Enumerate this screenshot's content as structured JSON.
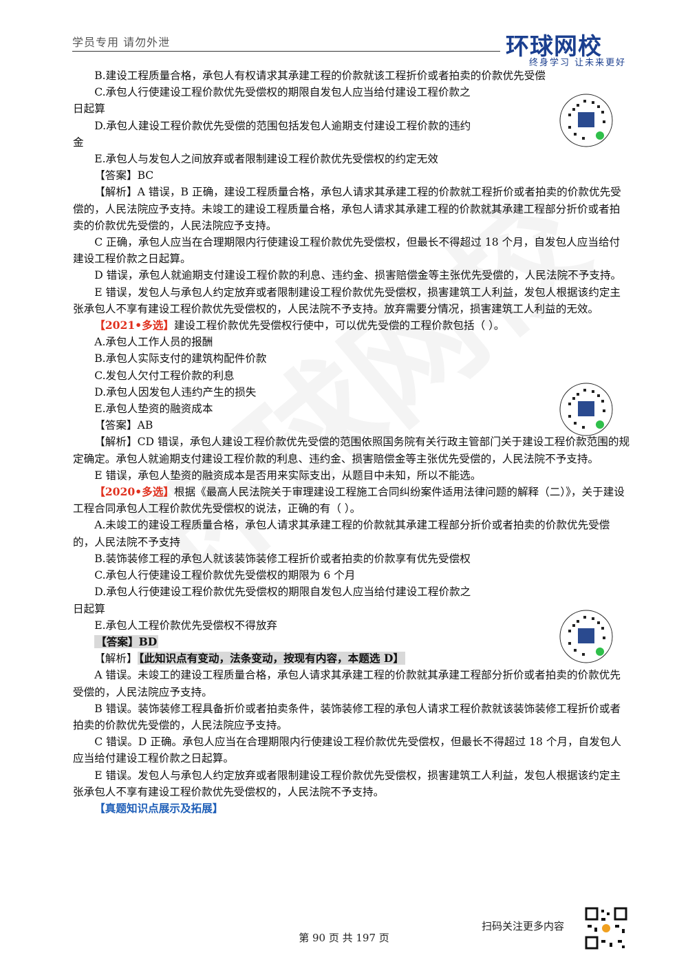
{
  "header": {
    "notice": "学员专用 请勿外泄",
    "brand": "环球网校",
    "slogan": "终身学习 让未来更好"
  },
  "watermark": "环球网校",
  "lines": [
    "B.建设工程质量合格，承包人有权请求其承建工程的价款就该工程折价或者拍卖的价款优先受偿",
    "C.承包人行使建设工程价款优先受偿权的期限自发包人应当给付建设工程价款之",
    "日起算",
    "D.承包人建设工程价款优先受偿的范围包括发包人逾期支付建设工程价款的违约",
    "金",
    "E.承包人与发包人之间放弃或者限制建设工程价款优先受偿权的约定无效",
    "【答案】BC",
    "【解析】A 错误，B 正确，建设工程质量合格，承包人请求其承建工程的价款就工程折价或者拍卖的价款优先受偿的，人民法院应予支持。未竣工的建设工程质量合格，承包人请求其承建工程的价款就其承建工程部分折价或者拍卖的价款优先受偿的，人民法院应予支持。",
    "C 正确，承包人应当在合理期限内行使建设工程价款优先受偿权，但最长不得超过 18 个月，自发包人应当给付建设工程价款之日起算。",
    "D 错误，承包人就逾期支付建设工程价款的利息、违约金、损害赔偿金等主张优先受偿的，人民法院不予支持。",
    "E 错误，发包人与承包人约定放弃或者限制建设工程价款优先受偿权，损害建筑工人利益，发包人根据该约定主张承包人不享有建设工程价款优先受偿权的，人民法院不予支持。放弃需要分情况，损害建筑工人利益的无效。"
  ],
  "q2021": {
    "tag": "【2021•多选】",
    "stem": "建设工程价款优先受偿权行使中，可以优先受偿的工程价款包括（    ）。",
    "options": [
      "A.承包人工作人员的报酬",
      "B.承包人实际支付的建筑构配件价款",
      "C.发包人欠付工程价款的利息",
      "D.承包人因发包人违约产生的损失",
      "E.承包人垫资的融资成本"
    ],
    "answer": "【答案】AB",
    "analysis": [
      "【解析】CD 错误，承包人建设工程价款优先受偿的范围依照国务院有关行政主管部门关于建设工程价款范围的规定确定。承包人就逾期支付建设工程价款的利息、违约金、损害赔偿金等主张优先受偿的，人民法院不予支持。",
      "E 错误，承包人垫资的融资成本是否用来实际支出，从题目中未知，所以不能选。"
    ]
  },
  "q2020": {
    "tag": "【2020•多选】",
    "stem": "根据《最高人民法院关于审理建设工程施工合同纠纷案件适用法律问题的解释（二）》，关于建设工程合同承包人工程价款优先受偿权的说法，正确的有（    ）。",
    "options": [
      "A.未竣工的建设工程质量合格，承包人请求其承建工程的价款就其承建工程部分折价或者拍卖的价款优先受偿的，人民法院不予支持",
      "B.装饰装修工程的承包人就该装饰装修工程折价或者拍卖的价款享有优先受偿权",
      "C.承包人行使建设工程价款优先受偿权的期限为 6 个月",
      "D.承包人行使建设工程价款优先受偿权的期限自发包人应当给付建设工程价款之",
      "日起算",
      "E.承包人工程价款优先受偿权不得放弃"
    ],
    "answer": "【答案】BD",
    "analysis_label": "【解析】",
    "analysis_note": "【此知识点有变动，法条变动，按现有内容，本题选 D】",
    "analysis": [
      "A 错误。未竣工的建设工程质量合格，承包人请求其承建工程的价款就其承建工程部分折价或者拍卖的价款优先受偿的，人民法院应予支持。",
      "B 错误。装饰装修工程具备折价或者拍卖条件，装饰装修工程的承包人请求工程价款就该装饰装修工程折价或者拍卖的价款优先受偿的，人民法院应予支持。",
      "C 错误。D 正确。承包人应当在合理期限内行使建设工程价款优先受偿权，但最长不得超过 18 个月，自发包人应当给付建设工程价款之日起算。",
      "E 错误。发包人与承包人约定放弃或者限制建设工程价款优先受偿权，损害建筑工人利益，发包人根据该约定主张承包人不享有建设工程价款优先受偿权的，人民法院不予支持。"
    ]
  },
  "section_title": "【真题知识点展示及拓展】",
  "footer": {
    "scan_text": "扫码关注更多内容",
    "page_text": "第 90 页 共 197 页"
  }
}
